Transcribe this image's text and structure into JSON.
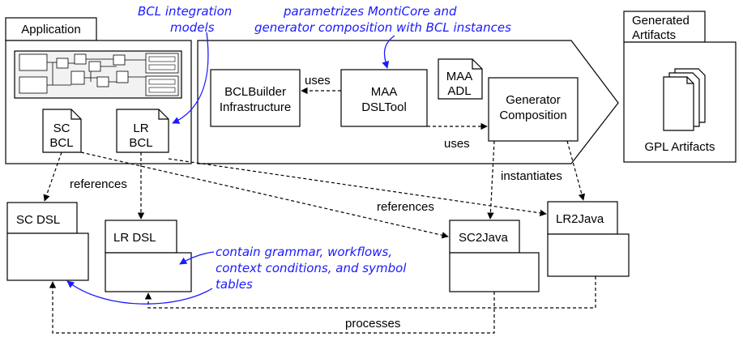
{
  "colors": {
    "annotation": "#1a1aff",
    "line": "#000000",
    "background": "#ffffff"
  },
  "annotations": {
    "integration_line1": "BCL integration",
    "integration_line2": "models",
    "param_line1": "parametrizes MontiCore and",
    "param_line2": "generator composition with BCL instances",
    "contain_line1": "contain grammar, workflows,",
    "contain_line2": "context conditions, and symbol",
    "contain_line3": "tables"
  },
  "application": {
    "title": "Application",
    "sc_bcl_line1": "SC",
    "sc_bcl_line2": "BCL",
    "lr_bcl_line1": "LR",
    "lr_bcl_line2": "BCL"
  },
  "tool": {
    "bclbuilder_line1": "BCLBuilder",
    "bclbuilder_line2": "Infrastructure",
    "maa_line1": "MAA",
    "maa_line2": "DSLTool",
    "adl_line1": "MAA",
    "adl_line2": "ADL",
    "gen_line1": "Generator",
    "gen_line2": "Composition"
  },
  "generated": {
    "title_line1": "Generated",
    "title_line2": "Artifacts",
    "gpl": "GPL Artifacts"
  },
  "components": {
    "sc_dsl": "SC DSL",
    "lr_dsl": "LR DSL",
    "sc2java": "SC2Java",
    "lr2java": "LR2Java"
  },
  "edges": {
    "uses_left": "uses",
    "uses_bottom": "uses",
    "references_left": "references",
    "references_mid": "references",
    "instantiates": "instantiates",
    "processes": "processes"
  }
}
